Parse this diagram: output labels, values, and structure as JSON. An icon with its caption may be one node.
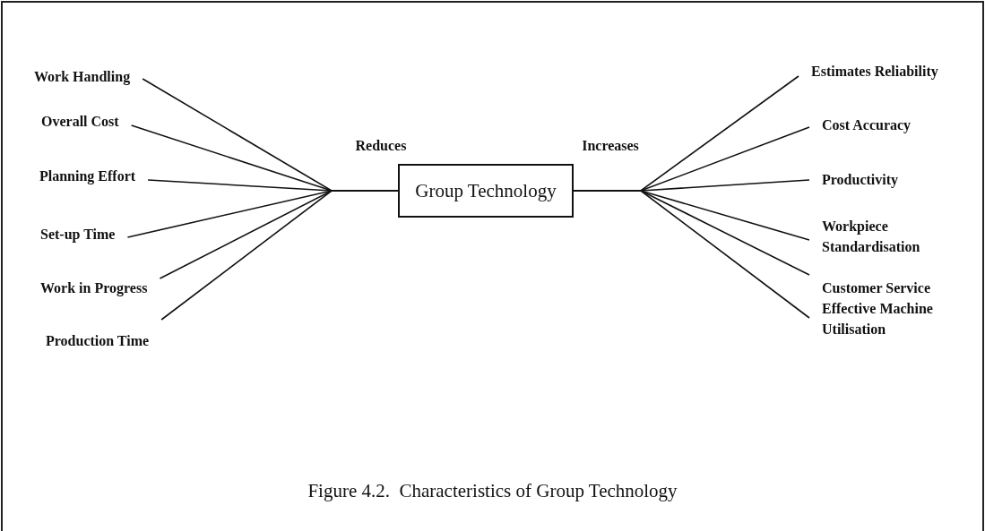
{
  "diagram": {
    "caption": "Figure 4.2.  Characteristics of Group Technology",
    "nodes": [
      {
        "text": [
          "Group Technology"
        ]
      },
      {
        "text": [
          "Work Handling"
        ]
      },
      {
        "text": [
          "Overall Cost"
        ]
      },
      {
        "text": [
          "Planning Effort"
        ]
      },
      {
        "text": [
          "Set-up Time"
        ]
      },
      {
        "text": [
          "Work in Progress"
        ]
      },
      {
        "text": [
          "Production Time"
        ]
      },
      {
        "text": [
          "Estimates Reliability"
        ]
      },
      {
        "text": [
          "Cost Accuracy"
        ]
      },
      {
        "text": [
          "Productivity"
        ]
      },
      {
        "text": [
          "Workpiece Standardisation"
        ]
      },
      {
        "text": [
          "Customer Service"
        ]
      },
      {
        "text": [
          "Effective Machine Utilisation"
        ]
      }
    ],
    "edges": [
      {
        "from": 0,
        "to": 1,
        "arrow": "none"
      },
      {
        "from": 0,
        "to": 2,
        "arrow": "none"
      },
      {
        "from": 0,
        "to": 3,
        "arrow": "none"
      },
      {
        "from": 0,
        "to": 4,
        "arrow": "none"
      },
      {
        "from": 0,
        "to": 5,
        "arrow": "none"
      },
      {
        "from": 0,
        "to": 6,
        "arrow": "none"
      },
      {
        "from": 0,
        "to": 7,
        "arrow": "none"
      },
      {
        "from": 0,
        "to": 8,
        "arrow": "none"
      },
      {
        "from": 0,
        "to": 9,
        "arrow": "none"
      },
      {
        "from": 0,
        "to": 10,
        "arrow": "none"
      },
      {
        "from": 0,
        "to": 11,
        "arrow": "none"
      },
      {
        "from": 0,
        "to": 12,
        "arrow": "none"
      }
    ],
    "labels": [
      "Reduces",
      "Increases"
    ]
  }
}
